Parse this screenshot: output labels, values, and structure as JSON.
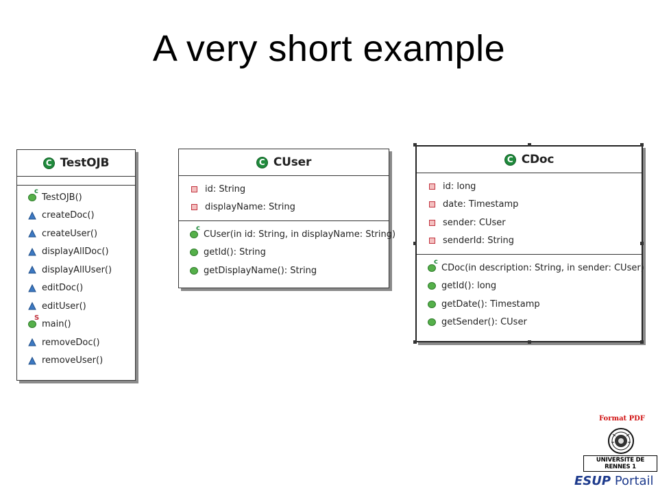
{
  "slide": {
    "title": "A very short example"
  },
  "classes": {
    "testojb": {
      "name": "TestOJB",
      "methods": [
        "TestOJB()",
        "createDoc()",
        "createUser()",
        "displayAllDoc()",
        "displayAllUser()",
        "editDoc()",
        "editUser()",
        "main()",
        "removeDoc()",
        "removeUser()"
      ]
    },
    "cuser": {
      "name": "CUser",
      "fields": [
        "id: String",
        "displayName: String"
      ],
      "methods": [
        "CUser(in id: String, in displayName: String)",
        "getId(): String",
        "getDisplayName(): String"
      ]
    },
    "cdoc": {
      "name": "CDoc",
      "fields": [
        "id: long",
        "date: Timestamp",
        "sender: CUser",
        "senderId: String"
      ],
      "methods": [
        "CDoc(in description: String, in sender: CUser)",
        "getId(): long",
        "getDate(): Timestamp",
        "getSender(): CUser"
      ]
    }
  },
  "icons": {
    "class_badge": "C",
    "constructor_marker": "c",
    "static_marker": "S"
  },
  "footer": {
    "format_label": "Format PDF",
    "university": "UNIVERSITE DE RENNES 1",
    "portal_brand": "ESUP",
    "portal_word": "Portail"
  },
  "colors": {
    "class_icon": "#1f8a3c",
    "field_icon": "#c0303c",
    "method_icon": "#55b04a",
    "package_icon": "#3d79c2",
    "format_label": "#d01010",
    "portal": "#1d3a8c"
  }
}
